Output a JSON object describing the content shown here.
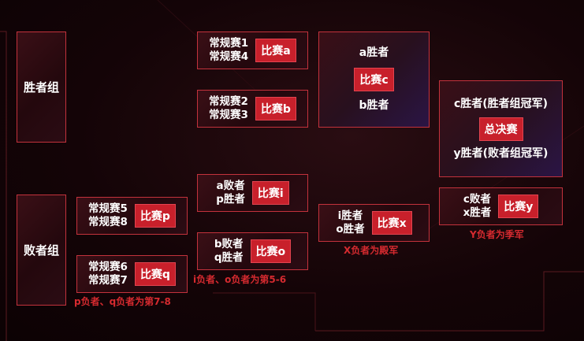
{
  "groups": {
    "winners": "胜者组",
    "losers": "败者组"
  },
  "matches": {
    "a": {
      "line1": "常规赛1",
      "line2": "常规赛4",
      "tag": "比赛a"
    },
    "b": {
      "line1": "常规赛2",
      "line2": "常规赛3",
      "tag": "比赛b"
    },
    "c": {
      "top": "a胜者",
      "tag": "比赛c",
      "bottom": "b胜者"
    },
    "final": {
      "top": "c胜者(胜者组冠军)",
      "tag": "总决赛",
      "bottom": "y胜者(败者组冠军)"
    },
    "p": {
      "line1": "常规赛5",
      "line2": "常规赛8",
      "tag": "比赛p"
    },
    "q": {
      "line1": "常规赛6",
      "line2": "常规赛7",
      "tag": "比赛q"
    },
    "i": {
      "line1": "a败者",
      "line2": "p胜者",
      "tag": "比赛i"
    },
    "o": {
      "line1": "b败者",
      "line2": "q胜者",
      "tag": "比赛o"
    },
    "x": {
      "line1": "i胜者",
      "line2": "o胜者",
      "tag": "比赛x"
    },
    "y": {
      "line1": "c败者",
      "line2": "x胜者",
      "tag": "比赛y"
    }
  },
  "notes": {
    "pq": "p负者、q负者为第7-8",
    "io": "i负者、o负者为第5-6",
    "x": "X负者为殿军",
    "y": "Y负者为季军"
  },
  "colors": {
    "accent": "#c8202b",
    "border": "#c3323c",
    "note": "#d52a2f"
  }
}
